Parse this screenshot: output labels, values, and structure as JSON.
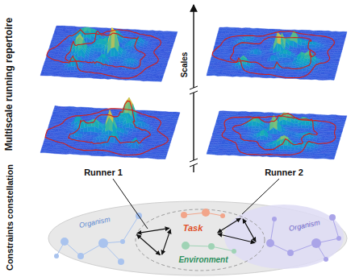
{
  "diagram": {
    "labels": [
      "Multiscale running repertoire",
      "Constraints constellation",
      "Scales",
      "Runner 1",
      "Runner 2",
      "Organism",
      "Task",
      "Environment",
      "Organism"
    ]
  }
}
